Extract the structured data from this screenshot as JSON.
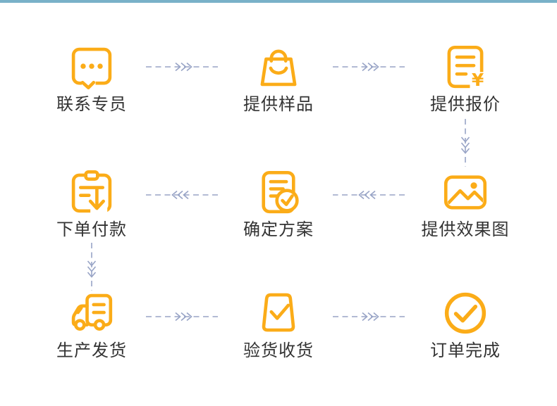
{
  "colors": {
    "accent_yellow": "#fbac18",
    "arrow_blue": "#98a4c6",
    "top_bar_blue": "#79b1c8",
    "label_text": "#333333",
    "background": "#ffffff"
  },
  "steps": [
    {
      "label": "联系专员",
      "icon": "chat-bubble-icon"
    },
    {
      "label": "提供样品",
      "icon": "shopping-bag-icon"
    },
    {
      "label": "提供报价",
      "icon": "quote-document-icon"
    },
    {
      "label": "下单付款",
      "icon": "clipboard-download-icon"
    },
    {
      "label": "确定方案",
      "icon": "document-check-icon"
    },
    {
      "label": "提供效果图",
      "icon": "image-icon"
    },
    {
      "label": "生产发货",
      "icon": "truck-icon"
    },
    {
      "label": "验货收货",
      "icon": "package-check-icon"
    },
    {
      "label": "订单完成",
      "icon": "circle-check-icon"
    }
  ],
  "quote_icon_currency_glyph": "¥",
  "flow_arrows": [
    {
      "from": "联系专员",
      "to": "提供样品",
      "direction": "right"
    },
    {
      "from": "提供样品",
      "to": "提供报价",
      "direction": "right"
    },
    {
      "from": "提供报价",
      "to": "提供效果图",
      "direction": "down"
    },
    {
      "from": "提供效果图",
      "to": "确定方案",
      "direction": "left"
    },
    {
      "from": "确定方案",
      "to": "下单付款",
      "direction": "left"
    },
    {
      "from": "下单付款",
      "to": "生产发货",
      "direction": "down"
    },
    {
      "from": "生产发货",
      "to": "验货收货",
      "direction": "right"
    },
    {
      "from": "验货收货",
      "to": "订单完成",
      "direction": "right"
    }
  ]
}
